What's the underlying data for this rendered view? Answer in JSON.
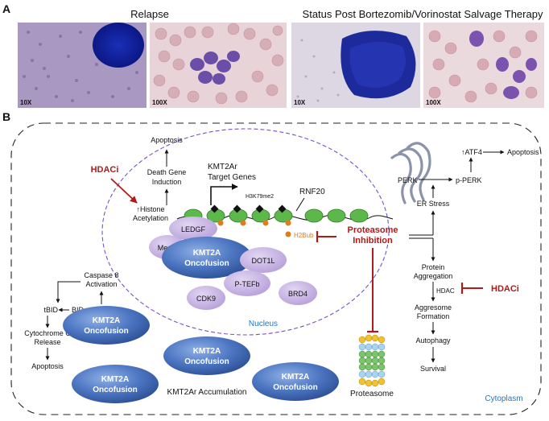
{
  "panel_a": {
    "label": "A",
    "title_relapse": "Relapse",
    "title_post": "Status Post Bortezomib/Vorinostat Salvage Therapy",
    "mag_1": "10X",
    "mag_2": "100X",
    "mag_3": "10X",
    "mag_4": "100X"
  },
  "panel_b": {
    "label": "B",
    "apoptosis_top": "Apoptosis",
    "death_gene": "Death Gene",
    "induction": "Induction",
    "histone": "↑Histone",
    "acetylation": "Acetylation",
    "hdaci_left": "HDACi",
    "target_1": "KMT2Ar",
    "target_2": "Target Genes",
    "h3k79me2": "H3K79me2",
    "rnf20": "RNF20",
    "h2bub": "H2Bub",
    "ledgf": "LEDGF",
    "menin": "Menin",
    "kmt2a": "KMT2A",
    "oncofusion": "Oncofusion",
    "dot1l": "DOT1L",
    "ptefb": "P-TEFb",
    "cdk9": "CDK9",
    "brd4": "BRD4",
    "nucleus": "Nucleus",
    "prot_inhib_1": "Proteasome",
    "prot_inhib_2": "Inhibition",
    "proteasome": "Proteasome",
    "caspase_1": "Caspase 8",
    "caspase_2": "Activation",
    "tbid": "tBID",
    "bid": "BID",
    "cyto_c_1": "Cytochrome C",
    "cyto_c_2": "Release",
    "apoptosis_left": "Apoptosis",
    "kmt2ar_accum": "KMT2Ar Accumulation",
    "perk": "PERK",
    "p_perk": "p-PERK",
    "atf4": "↑ATF4",
    "apoptosis_right": "Apoptosis",
    "er_stress": "ER Stress",
    "protein_1": "Protein",
    "protein_2": "Aggregation",
    "hdac": "HDAC",
    "hdaci_right": "HDACi",
    "aggresome_1": "Aggresome",
    "aggresome_2": "Formation",
    "autophagy": "Autophagy",
    "survival": "Survival",
    "cytoplasm": "Cytoplasm"
  },
  "colors": {
    "inhibitor_red": "#b11a1a",
    "nucleus_border": "#7b4fc9",
    "protein_purple": "#c9b6e4",
    "oncofusion_blue": "#3f69b5",
    "nucleosome_green": "#5cb84a",
    "cytoplasm_label": "#1f77c5"
  }
}
